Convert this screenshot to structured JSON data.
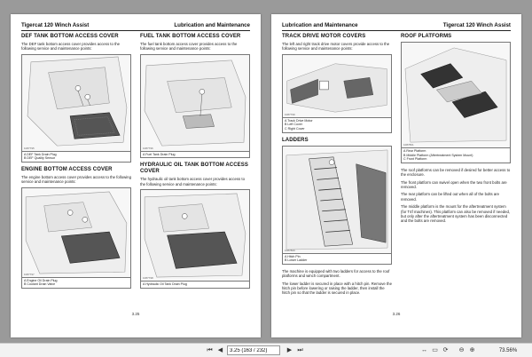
{
  "left_page": {
    "header_left": "Tigercat 120 Winch Assist",
    "header_right": "Lubrication and Maintenance",
    "page_number": "3.25",
    "sections": [
      {
        "title": "DEF TANK BOTTOM ACCESS COVER",
        "text": "The DEF tank bottom access cover provides access to the following service and maintenance points:",
        "fig_id": "1087795",
        "legend": [
          "A   DEF Tank Drain Plug",
          "B   DEF Quality Sensor"
        ]
      },
      {
        "title": "FUEL TANK BOTTOM ACCESS COVER",
        "text": "The fuel tank bottom access cover provides access to the following service and maintenance points:",
        "fig_id": "1087796",
        "legend": [
          "A   Fuel Tank Drain Plug"
        ]
      },
      {
        "title": "ENGINE BOTTOM ACCESS COVER",
        "text": "The engine bottom access cover provides access to the following service and maintenance points:",
        "fig_id": "1087797",
        "legend": [
          "A   Engine Oil Drain Plug",
          "B   Coolant Drain Valve"
        ]
      },
      {
        "title": "HYDRAULIC OIL TANK BOTTOM ACCESS COVER",
        "text": "The hydraulic oil tank bottom access cover provides access to the following service and maintenance points:",
        "fig_id": "1087798",
        "legend": [
          "A   Hydraulic Oil Tank Drain Plug"
        ]
      }
    ]
  },
  "right_page": {
    "header_left": "Lubrication and Maintenance",
    "header_right": "Tigercat 120 Winch Assist",
    "page_number": "3.26",
    "track": {
      "title": "TRACK DRIVE MOTOR COVERS",
      "text": "The left and right track drive motor covers provide access to the following service and maintenance points:",
      "fig_id": "1087799",
      "legend": [
        "A   Track Drive Motor",
        "B   Left Cover",
        "C   Right Cover"
      ]
    },
    "ladders": {
      "title": "LADDERS",
      "fig_id": "1087800",
      "legend": [
        "A   Hitch Pin",
        "B   Lower Ladder"
      ],
      "paragraphs": [
        "The machine is equipped with two ladders for access to the roof platforms and winch compartment.",
        "The lower ladder is secured in place with a hitch pin. Remove the hitch pin before lowering or raising the ladder, then install the hitch pin so that the ladder is secured in place."
      ]
    },
    "roof": {
      "title": "ROOF PLATFORMS",
      "fig_id": "1087801",
      "legend": [
        "A   Rear Platform",
        "B   Middle Platform (Aftertreatment System Mount)",
        "C   Front Platform"
      ],
      "paragraphs": [
        "The roof platforms can be removed if desired for better access to the enclosure.",
        "The front platform can swivel open when the two front bolts are removed.",
        "The rear platform can be lifted out when all of the bolts are removed.",
        "The middle platform is the mount for the aftertreatment system (for T4f machines). This platform can also be removed if needed, but only after the aftertreatment system has been disconnected and the bolts are removed."
      ]
    }
  },
  "toolbar": {
    "page_field": "3.25 (163 / 232)",
    "zoom": "73.56%",
    "first_icon": "first-page-icon",
    "prev_icon": "previous-page-icon",
    "next_icon": "next-page-icon",
    "last_icon": "last-page-icon"
  }
}
